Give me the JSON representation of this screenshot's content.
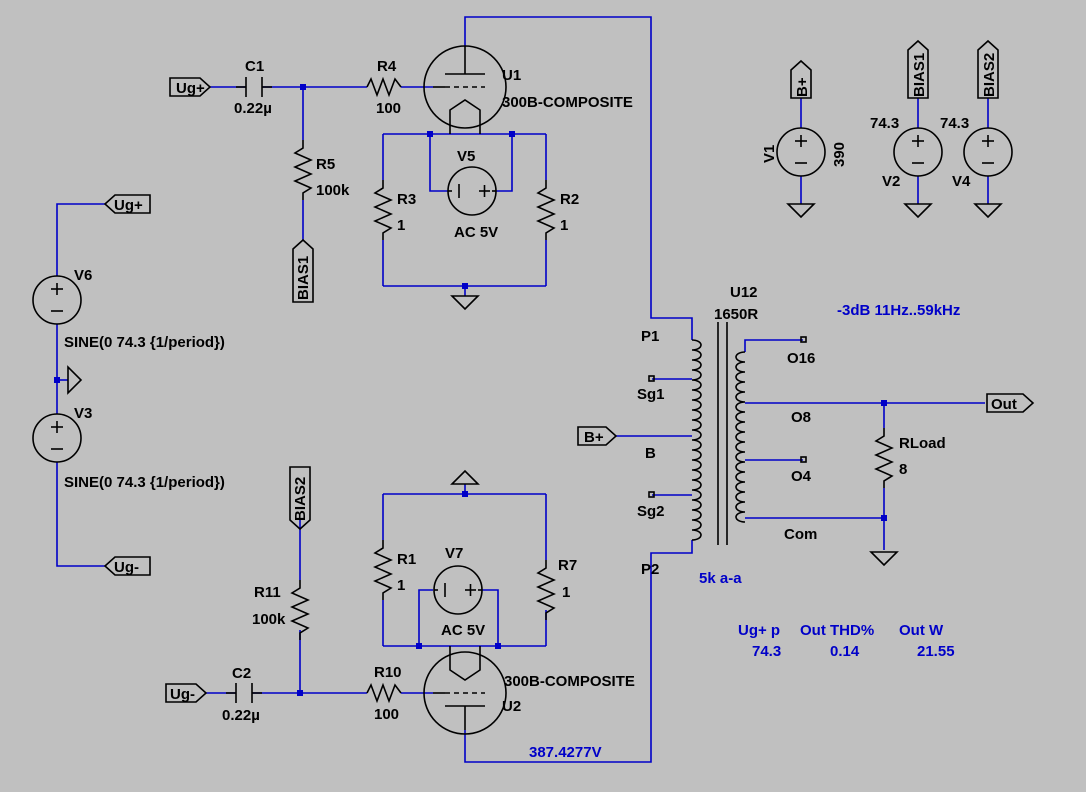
{
  "labels": {
    "c1": "C1",
    "c1_val": "0.22µ",
    "r4": "R4",
    "r4_val": "100",
    "u1": "U1",
    "u1_model": "300B-COMPOSITE",
    "r5": "R5",
    "r5_val": "100k",
    "v5": "V5",
    "r3": "R3",
    "r3_val": "1",
    "r2": "R2",
    "r2_val": "1",
    "v5_val": "AC 5V",
    "bias1_port": "BIAS1",
    "v1": "V1",
    "v1_val": "390",
    "bplus_top": "B+",
    "bias1_src": "BIAS1",
    "bias2_src": "BIAS2",
    "v2": "V2",
    "v2_val": "74.3",
    "v4": "V4",
    "v4_val": "74.3",
    "ugplus_in": "Ug+",
    "ugminus_in": "Ug-",
    "ugplus_v6": "Ug+",
    "ugminus_v3": "Ug-",
    "v6": "V6",
    "v6_val": "SINE(0 74.3 {1/period})",
    "v3": "V3",
    "v3_val": "SINE(0 74.3 {1/period})",
    "u12": "U12",
    "u12_model": "1650R",
    "bw_note": "-3dB 11Hz..59kHz",
    "p1": "P1",
    "sg1": "Sg1",
    "b": "B",
    "sg2": "Sg2",
    "p2": "P2",
    "bplus_xfmr": "B+",
    "o16": "O16",
    "o8": "O8",
    "o4": "O4",
    "com": "Com",
    "rload": "RLoad",
    "rload_val": "8",
    "out": "Out",
    "impedance": "5k a-a",
    "bias2_port": "BIAS2",
    "r11": "R11",
    "r11_val": "100k",
    "v7": "V7",
    "r1": "R1",
    "r1_val": "1",
    "r7": "R7",
    "r7_val": "1",
    "v7_val": "AC 5V",
    "u2": "U2",
    "u2_model": "300B-COMPOSITE",
    "c2": "C2",
    "c2_val": "0.22µ",
    "r10": "R10",
    "r10_val": "100",
    "node_voltage": "387.4277V"
  },
  "results": {
    "headers": [
      "Ug+ p",
      "Out THD%",
      "Out W"
    ],
    "values": [
      "74.3",
      "0.14",
      "21.55"
    ]
  }
}
